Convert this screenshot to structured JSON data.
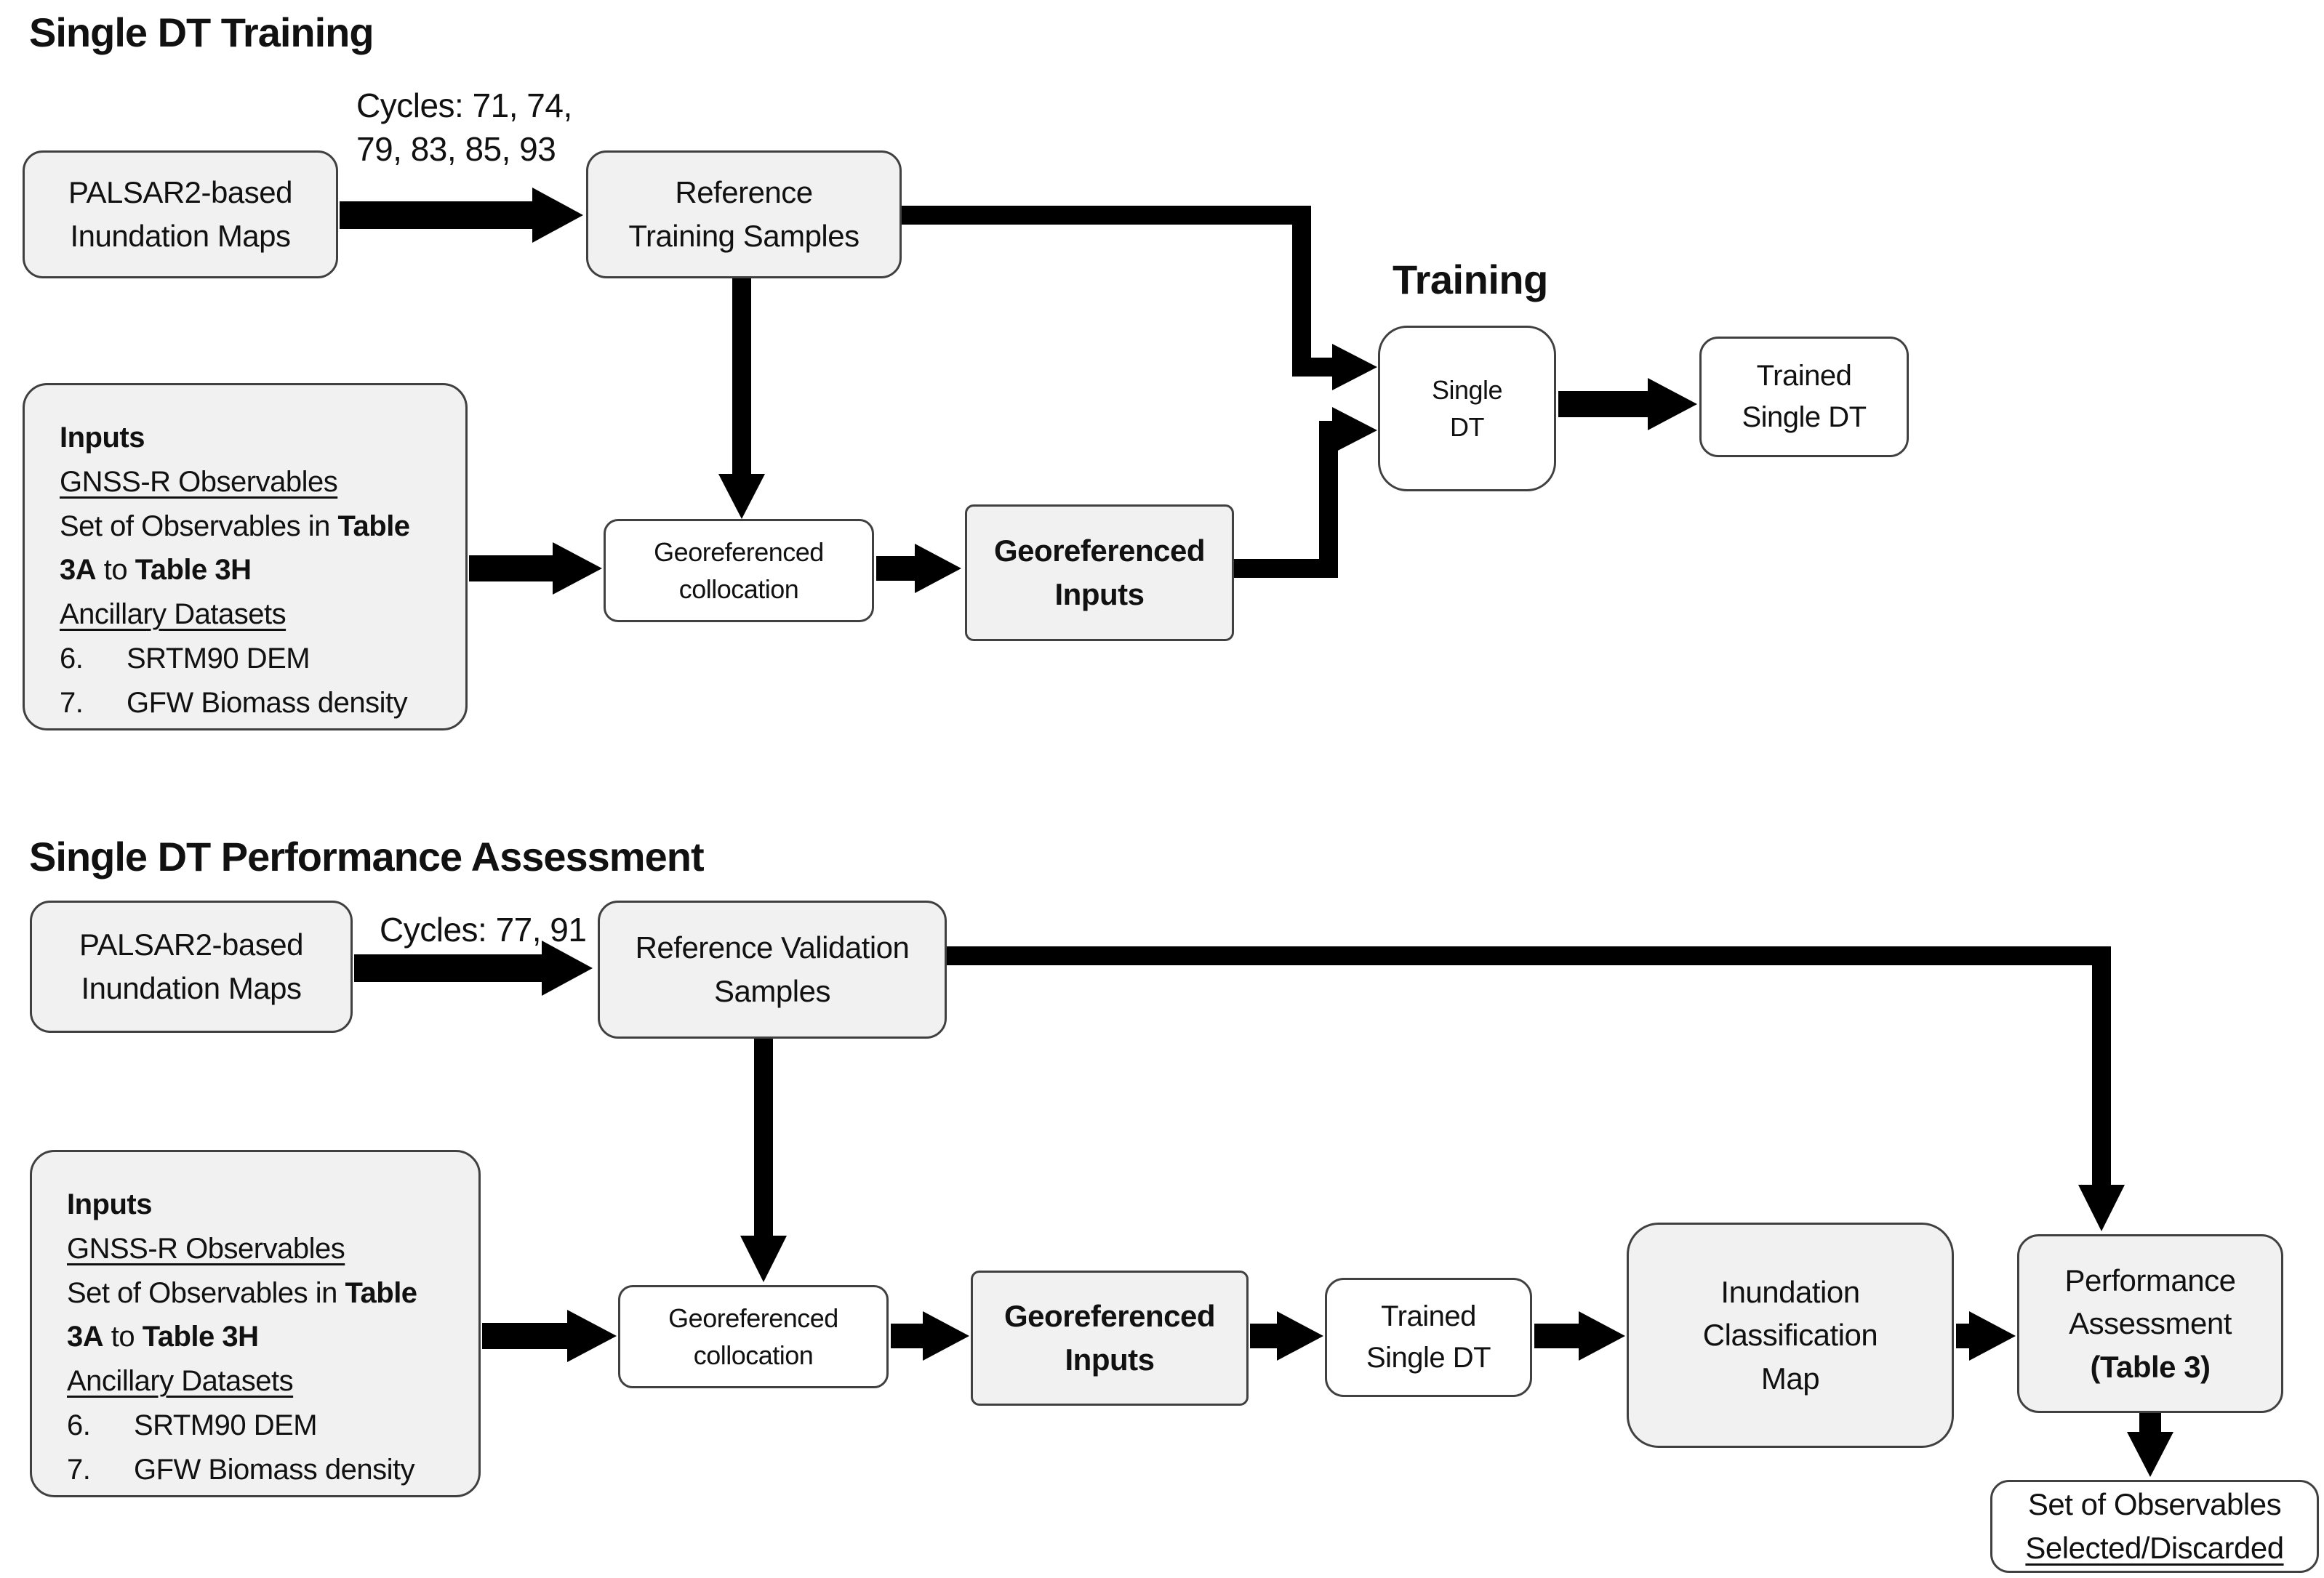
{
  "colors": {
    "box_fill_gray": "#f1f1f1",
    "box_fill_white": "#ffffff",
    "box_border": "#404040",
    "arrow": "#000000",
    "text": "#111111"
  },
  "training": {
    "title": "Single DT Training",
    "stage_label": "Training",
    "cycles_line1": "Cycles: 71, 74,",
    "cycles_line2": "79, 83, 85, 93",
    "palsar2": {
      "lines": [
        "PALSAR2-based",
        "Inundation Maps"
      ]
    },
    "reference_samples": {
      "lines": [
        "Reference",
        "Training Samples"
      ]
    },
    "inputs": {
      "heading": "Inputs",
      "sub1": "GNSS-R Observables",
      "set_text_1": "Set of Observables in ",
      "set_bold_1": "Table 3A",
      "set_text_2": " to ",
      "set_bold_2": "Table 3H",
      "sub2": "Ancillary Datasets",
      "items": [
        {
          "num": "6.",
          "text": "SRTM90 DEM"
        },
        {
          "num": "7.",
          "text": "GFW Biomass density"
        }
      ]
    },
    "geo_collocation": {
      "lines": [
        "Georeferenced",
        "collocation"
      ]
    },
    "geo_inputs": {
      "lines": [
        "Georeferenced",
        "Inputs"
      ]
    },
    "single_dt": {
      "lines": [
        "Single",
        "DT"
      ]
    },
    "trained_dt": {
      "lines": [
        "Trained",
        "Single DT"
      ]
    }
  },
  "assessment": {
    "title": "Single DT Performance Assessment",
    "cycles_line1": "Cycles: 77, 91",
    "palsar2": {
      "lines": [
        "PALSAR2-based",
        "Inundation Maps"
      ]
    },
    "reference_samples": {
      "lines": [
        "Reference Validation",
        "Samples"
      ]
    },
    "inputs": {
      "heading": "Inputs",
      "sub1": "GNSS-R Observables",
      "set_text_1": "Set of Observables in ",
      "set_bold_1": "Table 3A",
      "set_text_2": " to ",
      "set_bold_2": "Table 3H",
      "sub2": "Ancillary Datasets",
      "items": [
        {
          "num": "6.",
          "text": "SRTM90 DEM"
        },
        {
          "num": "7.",
          "text": "GFW Biomass density"
        }
      ]
    },
    "geo_collocation": {
      "lines": [
        "Georeferenced",
        "collocation"
      ]
    },
    "geo_inputs": {
      "lines": [
        "Georeferenced",
        "Inputs"
      ]
    },
    "trained_dt": {
      "lines": [
        "Trained",
        "Single DT"
      ]
    },
    "inundation_map": {
      "lines": [
        "Inundation",
        "Classification",
        "Map"
      ]
    },
    "performance": {
      "line1": "Performance",
      "line2": "Assessment",
      "bold_line": "(Table 3)"
    },
    "set_observables": {
      "line1": "Set of Observables",
      "line2_underlined": "Selected/Discarded"
    }
  }
}
